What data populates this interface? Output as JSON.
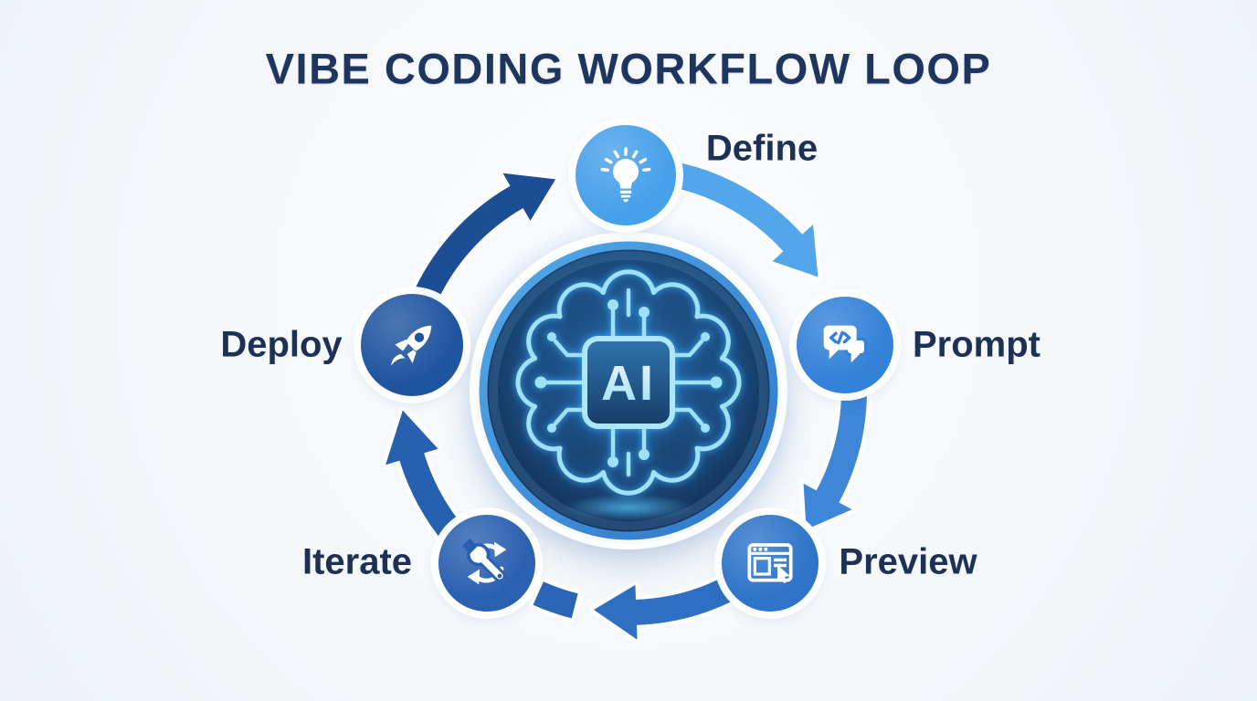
{
  "title": "VIBE CODING WORKFLOW LOOP",
  "center_emblem": {
    "label": "AI",
    "description": "glowing circuit brain with AI chip"
  },
  "nodes": [
    {
      "label": "Define",
      "icon": "lightbulb-icon",
      "color": "#47a0ea"
    },
    {
      "label": "Prompt",
      "icon": "code-chat-icon",
      "color": "#3381d8"
    },
    {
      "label": "Preview",
      "icon": "browser-preview-icon",
      "color": "#2e74c8"
    },
    {
      "label": "Iterate",
      "icon": "wrench-refresh-icon",
      "color": "#2a60b0"
    },
    {
      "label": "Deploy",
      "icon": "rocket-icon",
      "color": "#1f54a0"
    }
  ],
  "arrows": [
    {
      "from": "Define",
      "to": "Prompt",
      "color": "#54a6ea"
    },
    {
      "from": "Prompt",
      "to": "Preview",
      "color": "#3d86d8"
    },
    {
      "from": "Preview",
      "to": "Iterate",
      "color": "#2f6fc2"
    },
    {
      "from": "Iterate",
      "to": "Deploy",
      "color": "#2760ae"
    },
    {
      "from": "Deploy",
      "to": "Define",
      "color": "#1b4e94"
    }
  ],
  "colors": {
    "background": "#f4f7fa",
    "title_text": "#1e3560",
    "label_text": "#1d3156",
    "arrow_dash": "#2b66b6",
    "emblem_ring": "#3f93dd",
    "brain_glow": "#9fe0fb"
  }
}
